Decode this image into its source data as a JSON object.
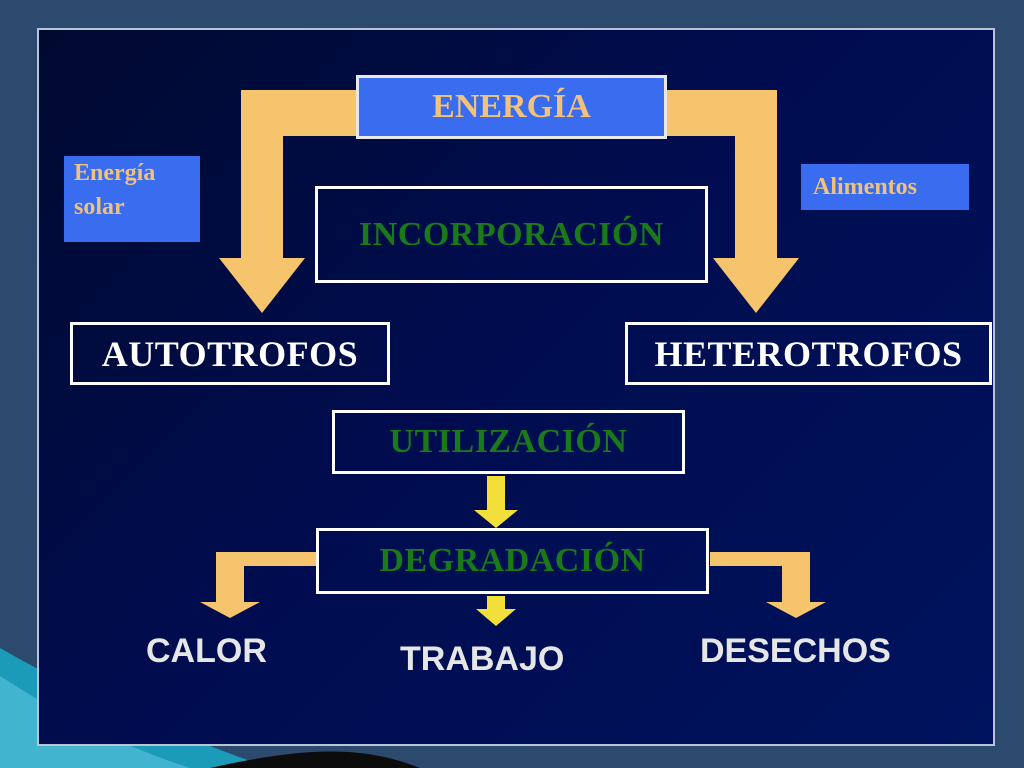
{
  "diagram": {
    "top": {
      "energia": "ENERGÍA"
    },
    "side_labels": {
      "energia_solar_line1": "Energía",
      "energia_solar_line2": "solar",
      "alimentos": "Alimentos"
    },
    "process_boxes": {
      "incorporacion": "INCORPORACIÓN",
      "utilizacion": "UTILIZACIÓN",
      "degradacion": "DEGRADACIÓN"
    },
    "organism_boxes": {
      "autotrofos": "AUTOTROFOS",
      "heterotrofos": "HETEROTROFOS"
    },
    "outputs": {
      "calor": "CALOR",
      "trabajo": "TRABAJO",
      "desechos": "DESECHOS"
    }
  },
  "colors": {
    "arrow": "#f7c46e",
    "process_text": "#1a7a1a",
    "label_fill": "#3a6cf0",
    "panel_background": "#000c4e"
  }
}
